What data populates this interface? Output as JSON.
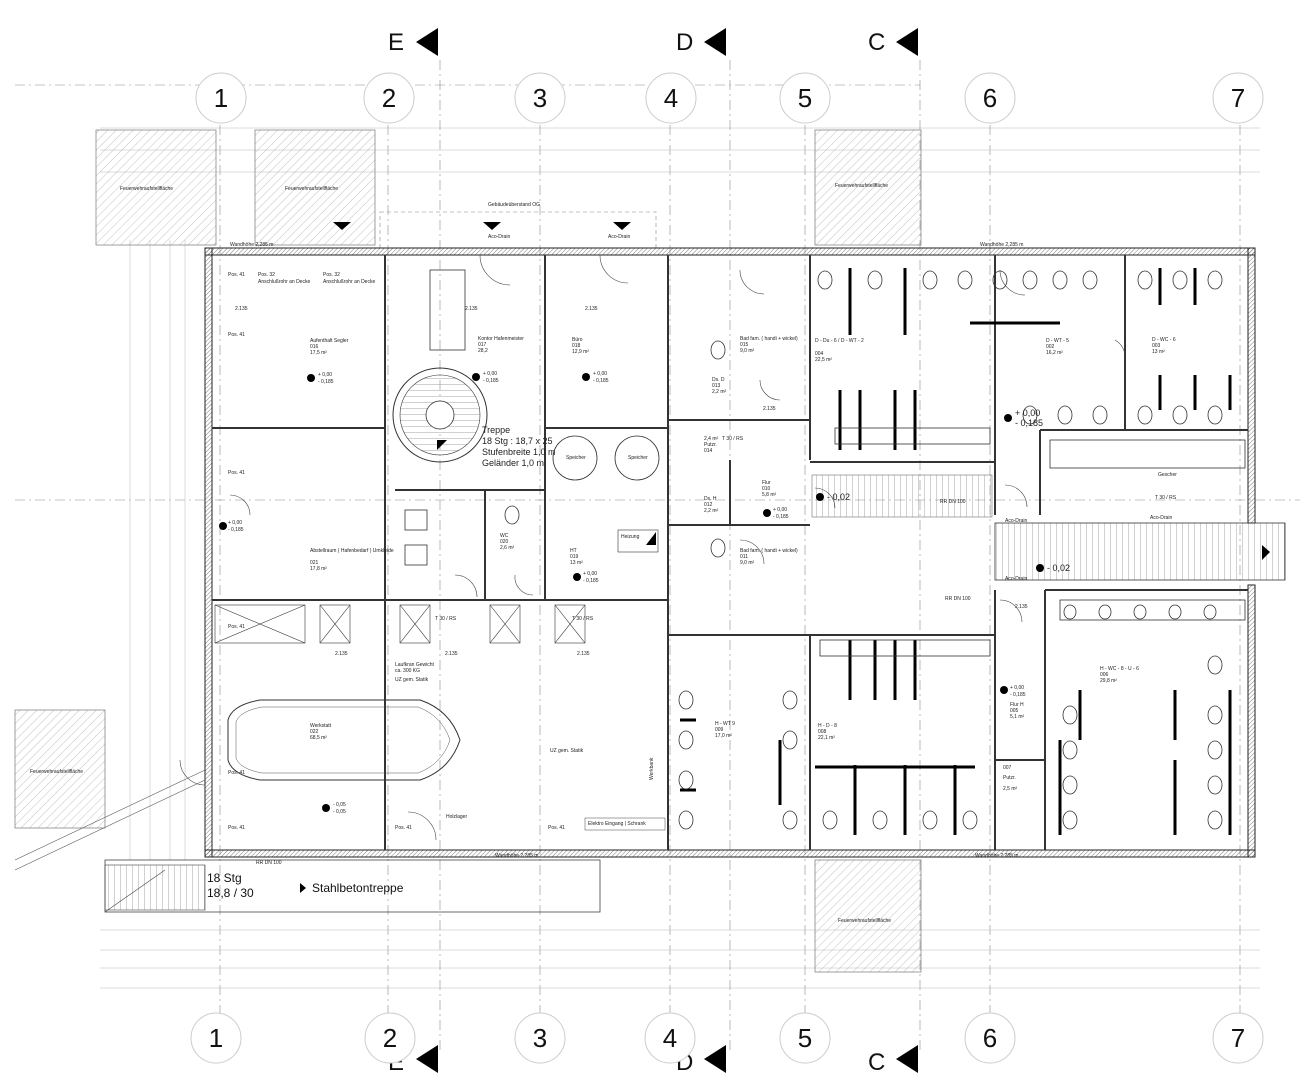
{
  "axes": [
    "1",
    "2",
    "3",
    "4",
    "5",
    "6",
    "7"
  ],
  "sections": [
    "E",
    "D",
    "C"
  ],
  "rooms": [
    {
      "name": "Aufenthalt Segler",
      "num": "016",
      "area": "17,5 m²"
    },
    {
      "name": "Kontor Hafenmeister",
      "num": "017",
      "area": "28,2"
    },
    {
      "name": "Büro",
      "num": "018",
      "area": "12,9 m²"
    },
    {
      "name": "Bad fam. ( handi + wickel)",
      "num": "015",
      "area": "9,0 m²"
    },
    {
      "name": "D - Du - 6 / D - WT - 2",
      "num": "004",
      "area": "22,5 m²"
    },
    {
      "name": "D - WT - 5",
      "num": "002",
      "area": "16,2 m²"
    },
    {
      "name": "D - WC - 6",
      "num": "003",
      "area": "13 m²"
    },
    {
      "name": "Abstellraum ( Hafenbedarf ) Umkleide",
      "num": "021",
      "area": "17,8 m²"
    },
    {
      "name": "WC",
      "num": "020",
      "area": "2,6 m²"
    },
    {
      "name": "HT",
      "num": "019",
      "area": "13 m²"
    },
    {
      "name": "Flur",
      "num": "010",
      "area": "5,8 m²"
    },
    {
      "name": "Bad fam. ( handi + wickel)",
      "num": "011",
      "area": "9,0 m²"
    },
    {
      "name": "Werkstatt",
      "num": "022",
      "area": "68,5 m²"
    },
    {
      "name": "H - WT 9",
      "num": "009",
      "area": "17,0 m²"
    },
    {
      "name": "H - D - 8",
      "num": "008",
      "area": "22,1 m²"
    },
    {
      "name": "Flur H",
      "num": "005",
      "area": "5,1 m²"
    },
    {
      "name": "H - WC - 8 - U - 6",
      "num": "006",
      "area": "29,8 m²"
    },
    {
      "name": "Putzr.",
      "num": "007",
      "area": "2,5 m²"
    }
  ],
  "labels": {
    "treppe_1": "Treppe",
    "treppe_2": "18 Stg : 18,7 x 25",
    "treppe_3": "Stufenbreite 1,0 m",
    "treppe_4": "Geländer 1,0 m",
    "stairs_1": "18 Stg",
    "stairs_2": "18,8 / 30",
    "stahl": "Stahlbetontreppe",
    "feuer": "Feuerwehraufstellfläche",
    "gebaeude": "Gebäudeüberstand OG",
    "heizung": "Heizung",
    "speicher": "Speicher",
    "holzlager": "Holzlager",
    "elektro": "Elektro Eingang | Schrank",
    "werkbank": "Werkbank",
    "laufkran_1": "Laufkran Gewicht",
    "laufkran_2": "ca. 300 KG",
    "laufkran_3": "UZ gem. Statik",
    "uz": "UZ gem. Statik",
    "rr": "RR DN 100",
    "t30": "T 30 / RS",
    "pos41": "Pos. 41",
    "pos32": "Pos. 32",
    "anschluss": "Anschlußrohr an Decke",
    "lvl_a": "+ 0,00",
    "lvl_b": "- 0,185",
    "lvl_c": "- 0,02",
    "lvl_d": "- 0,05",
    "door": "2.135",
    "wandhoehe": "Wandhöhe 2,285 m",
    "gescher": "Gescher",
    "putzr": "Putzr.",
    "putzr_num": "014",
    "putzr_area": "2,4 m²",
    "dsd": "Ds. D",
    "dsd_num": "013",
    "dsd_area": "2,2 m²",
    "dsh": "Ds. H",
    "dsh_num": "012",
    "dsh_area": "2,2 m²",
    "aco": "Aco-Drain"
  }
}
